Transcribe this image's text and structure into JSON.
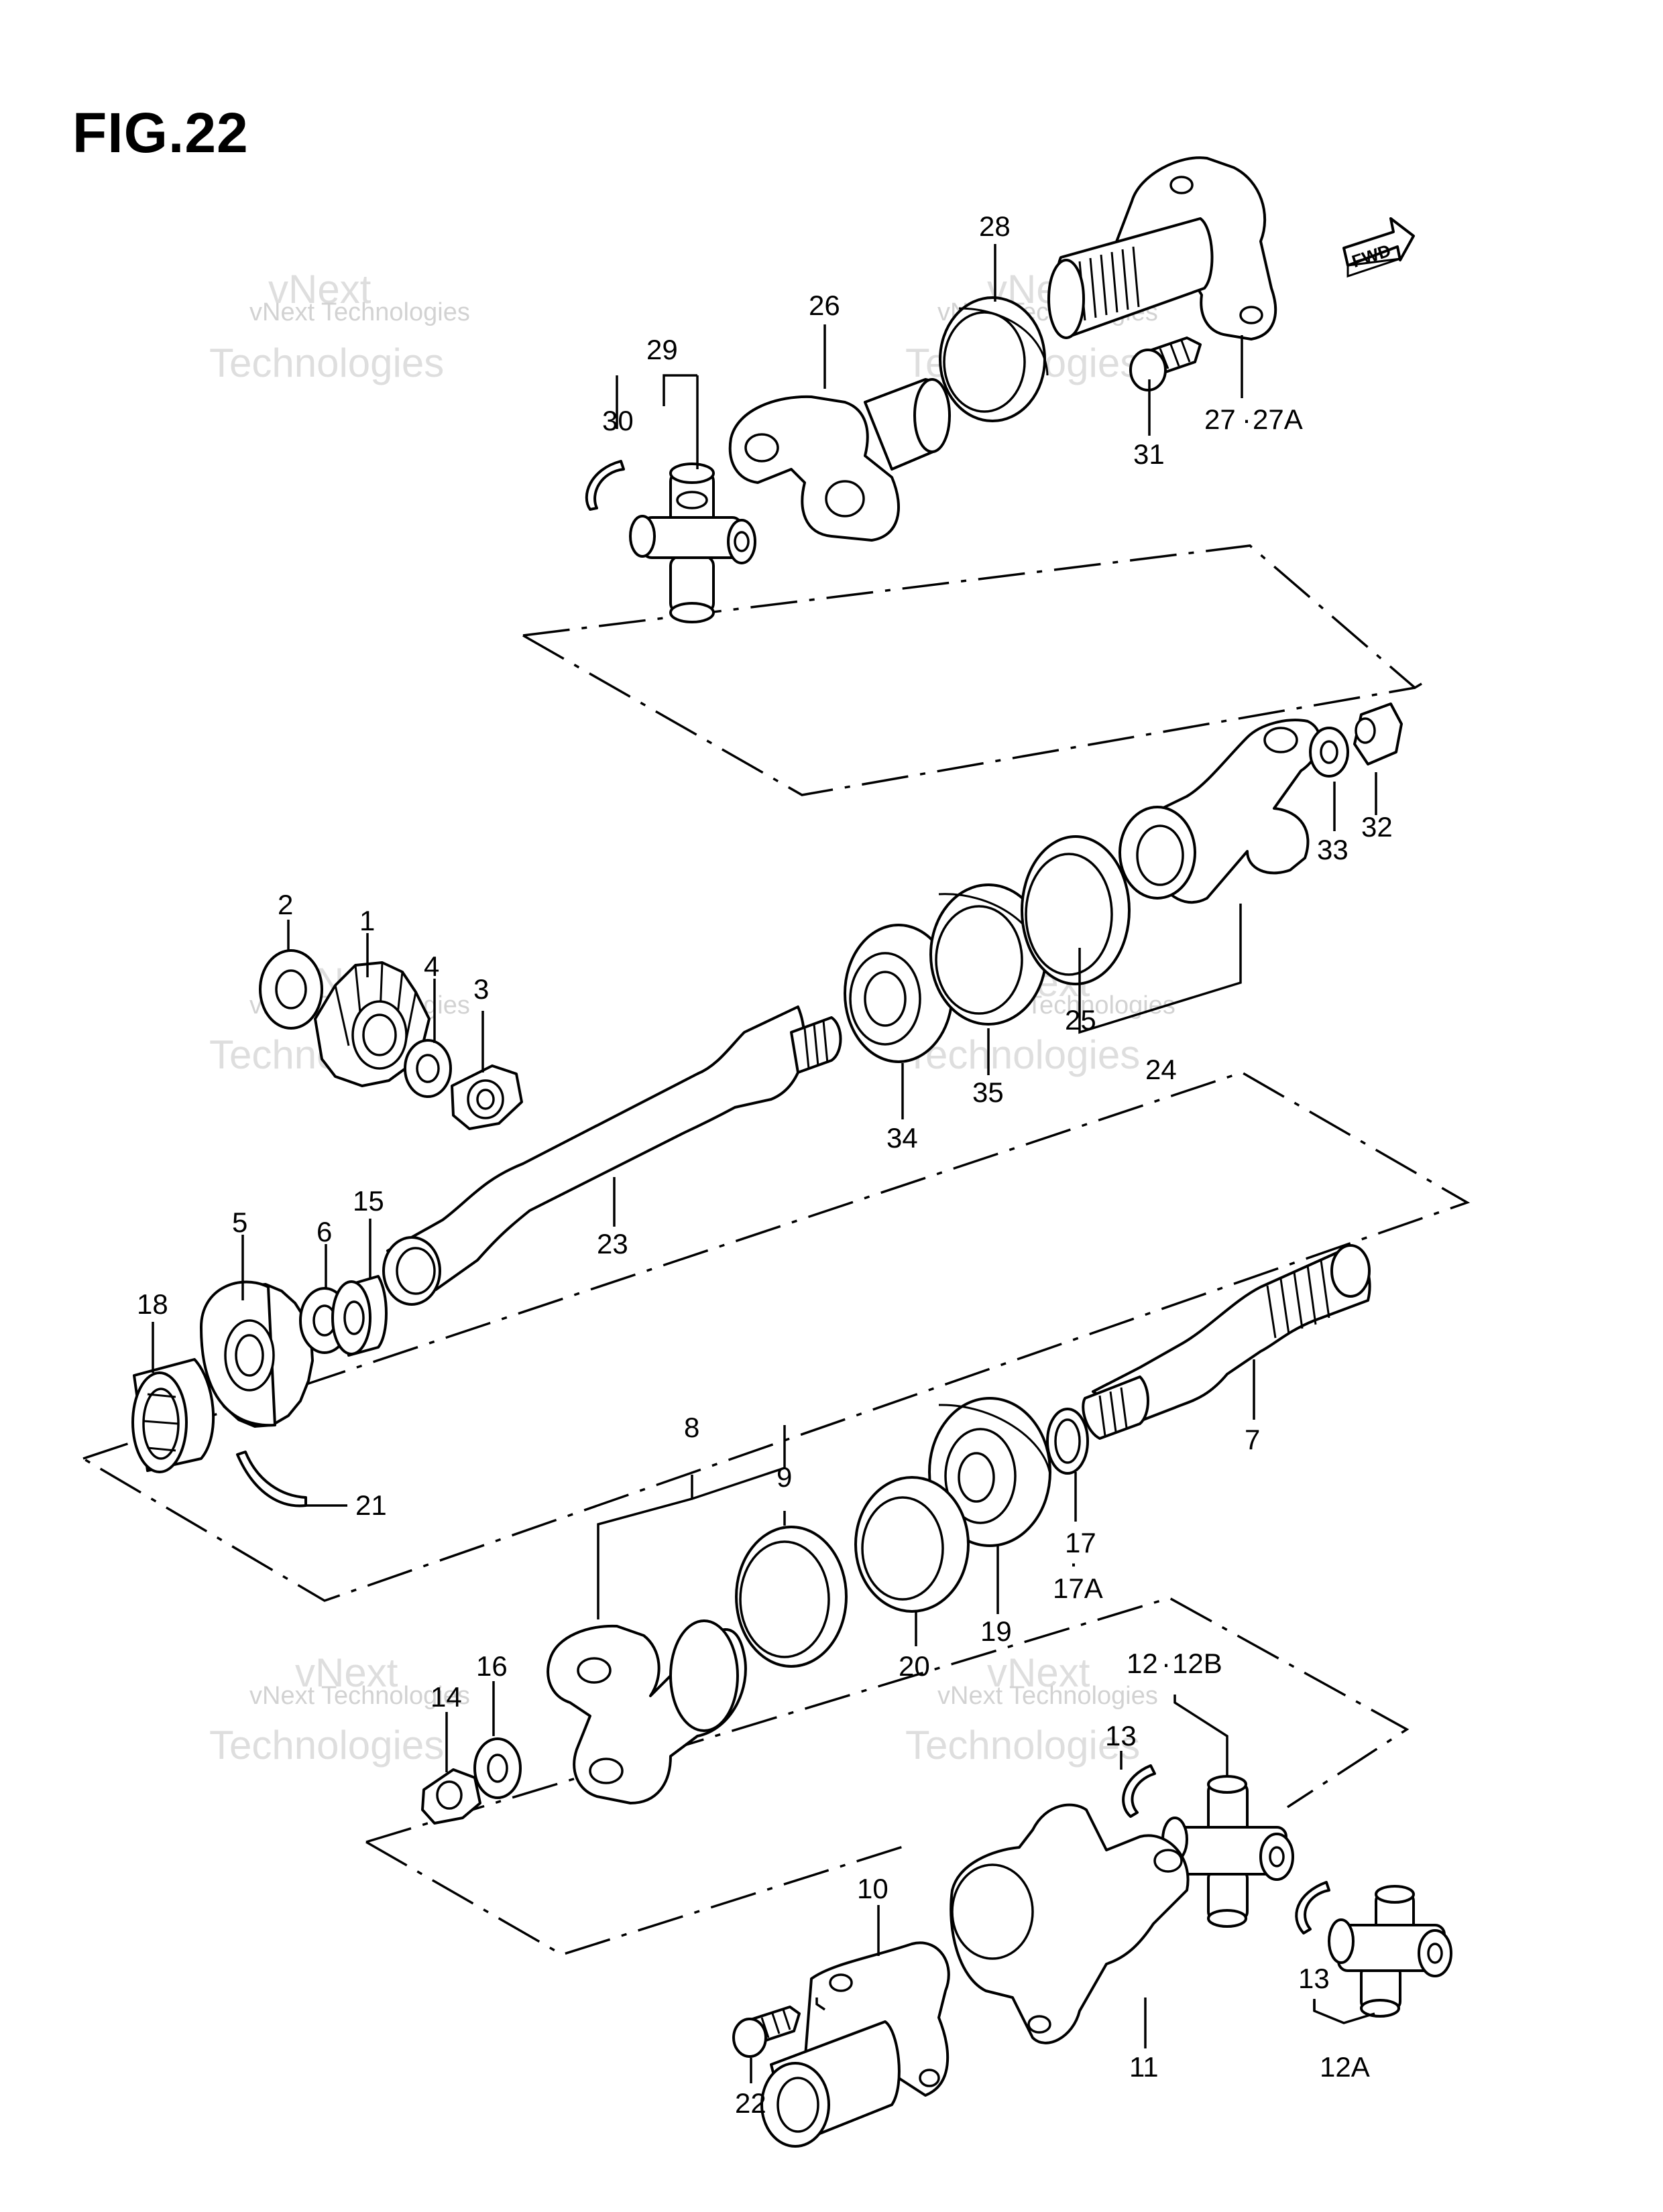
{
  "figure": {
    "title": "FIG.22"
  },
  "direction_badge": {
    "label": "FWD"
  },
  "watermark": {
    "line1": "vNext Technologies",
    "line2": "vNext",
    "line3": "Technologies"
  },
  "callouts": {
    "c1": "1",
    "c2": "2",
    "c3": "3",
    "c4": "4",
    "c5": "5",
    "c6": "6",
    "c7": "7",
    "c8": "8",
    "c9": "9",
    "c10": "10",
    "c11": "11",
    "c12": "12",
    "c12b": "12B",
    "c12a": "12A",
    "c13a": "13",
    "c13b": "13",
    "c14": "14",
    "c15": "15",
    "c16": "16",
    "c17": "17",
    "c17a": "17A",
    "c18": "18",
    "c19": "19",
    "c20": "20",
    "c21": "21",
    "c22": "22",
    "c23": "23",
    "c24": "24",
    "c25": "25",
    "c26": "26",
    "c27": "27",
    "c27a": "27A",
    "c28": "28",
    "c29": "29",
    "c30": "30",
    "c31": "31",
    "c32": "32",
    "c33": "33",
    "c34": "34",
    "c35": "35"
  }
}
